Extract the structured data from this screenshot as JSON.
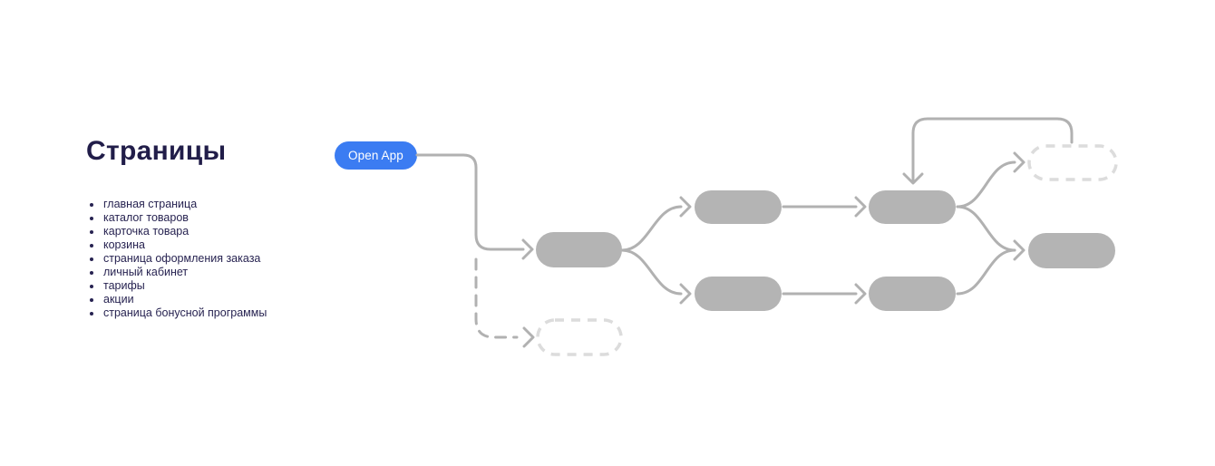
{
  "sidebar": {
    "title": "Страницы",
    "items": [
      "главная страница",
      "каталог товаров",
      "карточка товара",
      "корзина",
      "страница оформления заказа",
      "личный кабинет",
      "тарифы",
      "акции",
      "страница бонусной программы"
    ]
  },
  "flow": {
    "start_button": {
      "label": "Open App"
    }
  },
  "colors": {
    "accent_blue": "#3b7cf2",
    "button_text": "#ffffff",
    "node_fill": "#b4b4b4",
    "connector": "#b1b1b1",
    "dashed_node_stroke": "#dcdcdc",
    "heading_text": "#211d49",
    "list_text": "#272351",
    "background": "#ffffff"
  },
  "diagram": {
    "type": "flowchart",
    "nodes": [
      {
        "id": "open-app",
        "kind": "start-button",
        "label": "Open App",
        "style": "solid"
      },
      {
        "id": "step-1",
        "kind": "page-placeholder",
        "label": "",
        "style": "solid"
      },
      {
        "id": "step-1-alt",
        "kind": "page-placeholder",
        "label": "",
        "style": "dashed"
      },
      {
        "id": "branch-top-1",
        "kind": "page-placeholder",
        "label": "",
        "style": "solid"
      },
      {
        "id": "branch-bottom-1",
        "kind": "page-placeholder",
        "label": "",
        "style": "solid"
      },
      {
        "id": "branch-top-2",
        "kind": "page-placeholder",
        "label": "",
        "style": "solid"
      },
      {
        "id": "branch-bottom-2",
        "kind": "page-placeholder",
        "label": "",
        "style": "solid"
      },
      {
        "id": "result-top",
        "kind": "page-placeholder",
        "label": "",
        "style": "dashed"
      },
      {
        "id": "result-main",
        "kind": "page-placeholder",
        "label": "",
        "style": "solid"
      }
    ],
    "edges": [
      {
        "from": "open-app",
        "to": "step-1",
        "style": "solid"
      },
      {
        "from": "open-app",
        "to": "step-1-alt",
        "style": "dashed"
      },
      {
        "from": "step-1",
        "to": "branch-top-1",
        "style": "solid"
      },
      {
        "from": "step-1",
        "to": "branch-bottom-1",
        "style": "solid"
      },
      {
        "from": "branch-top-1",
        "to": "branch-top-2",
        "style": "solid"
      },
      {
        "from": "branch-bottom-1",
        "to": "branch-bottom-2",
        "style": "solid"
      },
      {
        "from": "branch-top-2",
        "to": "result-top",
        "style": "solid"
      },
      {
        "from": "branch-top-2",
        "to": "result-main",
        "style": "solid"
      },
      {
        "from": "branch-bottom-2",
        "to": "result-main",
        "style": "solid"
      },
      {
        "from": "result-top",
        "to": "branch-top-2",
        "style": "solid"
      }
    ]
  }
}
